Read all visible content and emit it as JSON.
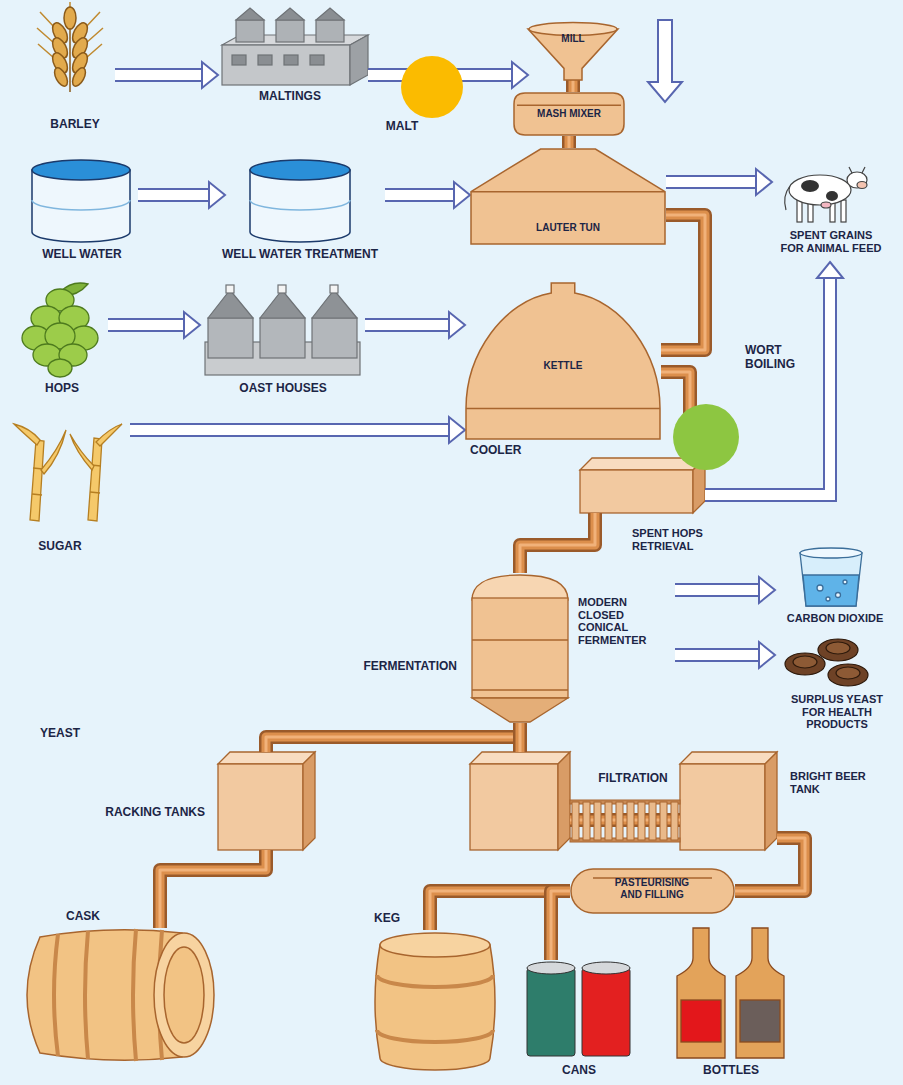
{
  "diagram": {
    "nodes": [
      {
        "text": [
          "BARLEY"
        ]
      },
      {
        "text": [
          "MALTINGS"
        ]
      },
      {
        "text": [
          "MILL"
        ]
      },
      {
        "text": [
          "MASH MIXER"
        ]
      },
      {
        "text": [
          "LAUTER TUN"
        ]
      },
      {
        "text": [
          "WELL WATER"
        ]
      },
      {
        "text": [
          "WELL WATER TREATMENT"
        ]
      },
      {
        "text": [
          "SPENT GRAINS FOR ANIMAL FEED"
        ]
      },
      {
        "text": [
          "HOPS"
        ]
      },
      {
        "text": [
          "OAST HOUSES"
        ]
      },
      {
        "text": [
          "KETTLE"
        ]
      },
      {
        "text": [
          "SUGAR"
        ]
      },
      {
        "text": [
          "SPENT HOPS RETRIEVAL"
        ]
      },
      {
        "text": [
          "FERMENTATION",
          "MODERN CLOSED CONICAL FERMENTER"
        ]
      },
      {
        "text": [
          "CARBON DIOXIDE"
        ]
      },
      {
        "text": [
          "SURPLUS YEAST FOR HEALTH PRODUCTS"
        ]
      },
      {
        "text": [
          "RACKING TANKS"
        ]
      },
      {
        "text": [
          "FILTRATION"
        ]
      },
      {
        "text": [
          "BRIGHT BEER TANK"
        ]
      },
      {
        "text": [
          "PASTEURISING AND FILLING"
        ]
      },
      {
        "text": [
          "CASK"
        ]
      },
      {
        "text": [
          "KEG"
        ]
      },
      {
        "text": [
          "CANS"
        ]
      },
      {
        "text": [
          "BOTTLES"
        ]
      }
    ],
    "edges": [
      {
        "from": 0,
        "to": 1,
        "arrow": "to"
      },
      {
        "from": 1,
        "to": 2,
        "arrow": "to"
      },
      {
        "from": 2,
        "to": 3,
        "arrow": "none"
      },
      {
        "from": 3,
        "to": 4,
        "arrow": "none"
      },
      {
        "from": 5,
        "to": 6,
        "arrow": "to"
      },
      {
        "from": 6,
        "to": 4,
        "arrow": "to"
      },
      {
        "from": 4,
        "to": 7,
        "arrow": "to"
      },
      {
        "from": 4,
        "to": 10,
        "arrow": "none"
      },
      {
        "from": 8,
        "to": 9,
        "arrow": "to"
      },
      {
        "from": 9,
        "to": 10,
        "arrow": "to"
      },
      {
        "from": 11,
        "to": 10,
        "arrow": "to"
      },
      {
        "from": 10,
        "to": 12,
        "arrow": "none"
      },
      {
        "from": 12,
        "to": 7,
        "arrow": "to"
      },
      {
        "from": 12,
        "to": 13,
        "arrow": "none"
      },
      {
        "from": 13,
        "to": 14,
        "arrow": "to"
      },
      {
        "from": 13,
        "to": 15,
        "arrow": "to"
      },
      {
        "from": 13,
        "to": 16,
        "arrow": "none"
      },
      {
        "from": 13,
        "to": 17,
        "arrow": "none"
      },
      {
        "from": 17,
        "to": 18,
        "arrow": "none"
      },
      {
        "from": 18,
        "to": 19,
        "arrow": "none"
      },
      {
        "from": 19,
        "to": 21,
        "arrow": "none"
      },
      {
        "from": 19,
        "to": 22,
        "arrow": "none"
      },
      {
        "from": 16,
        "to": 20,
        "arrow": "none"
      }
    ],
    "labels": [
      "MALT",
      "COOLER",
      "WORT BOILING",
      "YEAST"
    ]
  }
}
